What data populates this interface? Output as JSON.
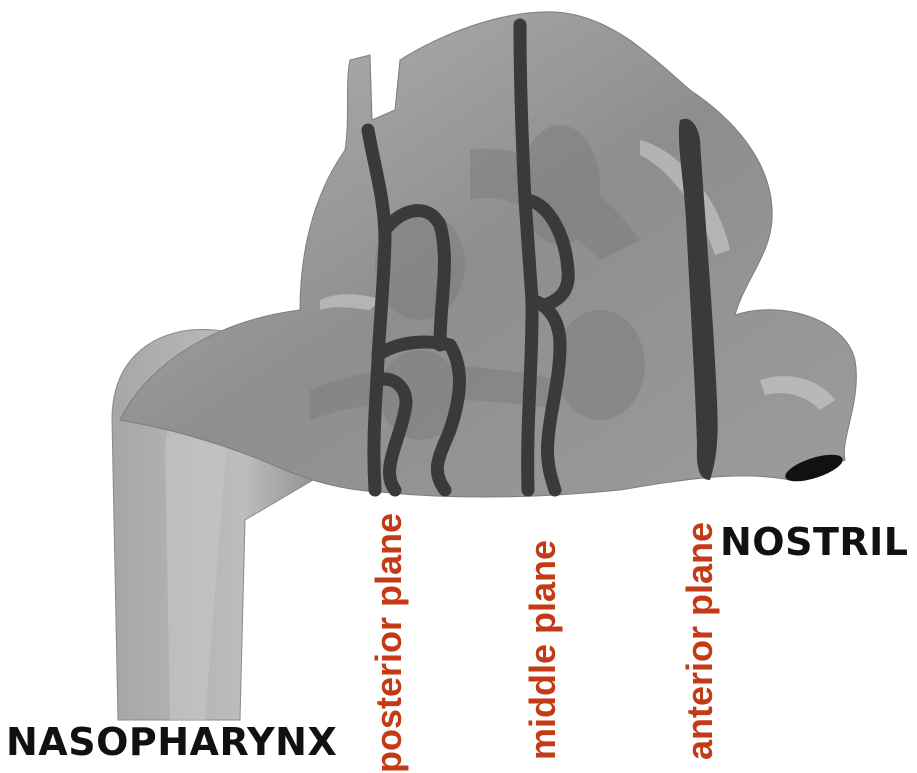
{
  "labels": {
    "nostril": "NOSTRIL",
    "nasopharynx": "NASOPHARYNX",
    "posterior_plane": "posterior plane",
    "middle_plane": "middle plane",
    "anterior_plane": "anterior plane"
  },
  "colors": {
    "plane_label": "#c33a16",
    "model_fill": "#9a9a9a",
    "plane_slice": "#3a3a3a",
    "label_text": "#111111"
  }
}
